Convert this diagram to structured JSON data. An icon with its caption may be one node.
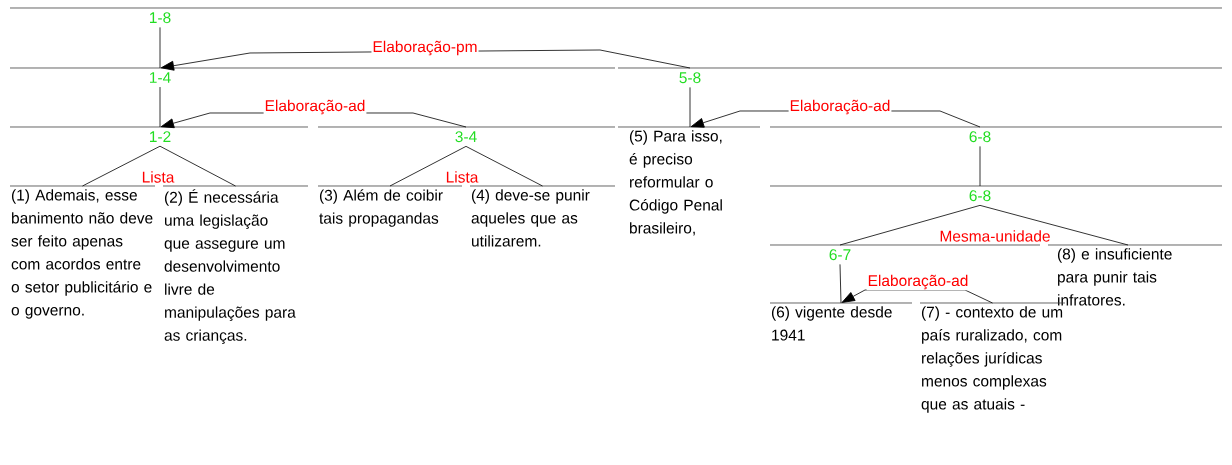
{
  "diagram": {
    "nodes": [
      {
        "text": [
          "1-8"
        ]
      },
      {
        "text": [
          "1-4"
        ]
      },
      {
        "text": [
          "5-8"
        ]
      },
      {
        "text": [
          "1-2"
        ]
      },
      {
        "text": [
          "3-4"
        ]
      },
      {
        "text": [
          "(5) Para isso, é preciso reformular o Código Penal brasileiro,"
        ]
      },
      {
        "text": [
          "6-8"
        ]
      },
      {
        "text": [
          "6-8"
        ]
      },
      {
        "text": [
          "(1) Ademais, esse banimento não deve ser feito apenas com acordos entre o setor publicitário e o governo."
        ]
      },
      {
        "text": [
          "(2) É necessária uma legislação que assegure um desenvolvimento livre de manipulações para as crianças."
        ]
      },
      {
        "text": [
          "(3) Além de coibir tais propagandas"
        ]
      },
      {
        "text": [
          "(4) deve-se punir aqueles que as utilizarem."
        ]
      },
      {
        "text": [
          "6-7"
        ]
      },
      {
        "text": [
          "(8) e insuficiente para punir tais infratores."
        ]
      },
      {
        "text": [
          "(6) vigente desde 1941"
        ]
      },
      {
        "text": [
          "(7) - contexto de um país ruralizado, com relações jurídicas menos complexas que as atuais -"
        ]
      }
    ],
    "edges": [
      {
        "from": 0,
        "to": 1,
        "arrow": "none"
      },
      {
        "from": 2,
        "to": 1,
        "arrow": "to",
        "label": "Elaboração-pm"
      },
      {
        "from": 1,
        "to": 3,
        "arrow": "none"
      },
      {
        "from": 4,
        "to": 3,
        "arrow": "to",
        "label": "Elaboração-ad"
      },
      {
        "from": 2,
        "to": 5,
        "arrow": "none"
      },
      {
        "from": 6,
        "to": 5,
        "arrow": "to",
        "label": "Elaboração-ad"
      },
      {
        "from": 6,
        "to": 7,
        "arrow": "none"
      },
      {
        "from": 3,
        "to": 8,
        "arrow": "none",
        "label": "Lista"
      },
      {
        "from": 3,
        "to": 9,
        "arrow": "none"
      },
      {
        "from": 4,
        "to": 10,
        "arrow": "none",
        "label": "Lista"
      },
      {
        "from": 4,
        "to": 11,
        "arrow": "none"
      },
      {
        "from": 7,
        "to": 12,
        "arrow": "none",
        "label": "Mesma-unidade"
      },
      {
        "from": 7,
        "to": 13,
        "arrow": "none"
      },
      {
        "from": 12,
        "to": 14,
        "arrow": "none"
      },
      {
        "from": 15,
        "to": 14,
        "arrow": "to",
        "label": "Elaboração-ad"
      }
    ]
  }
}
